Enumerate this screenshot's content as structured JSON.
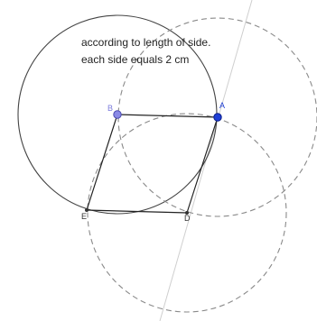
{
  "annotation": {
    "line1": "according to length of side.",
    "line2": "each side equals 2 cm"
  },
  "points": {
    "A": {
      "label": "A",
      "color": "#1f3fd6"
    },
    "B": {
      "label": "B",
      "color": "#7b7bdc"
    },
    "D": {
      "label": "D",
      "color": "#333333"
    },
    "E": {
      "label": "E",
      "color": "#333333"
    }
  },
  "colors": {
    "solid_circle": "#444444",
    "dashed_circle": "#8a8a8a",
    "construction_line": "#cfcfcf",
    "polygon": "#222222",
    "point_fill_A": "#1f3fd6",
    "point_fill_B": "#8a8ae6"
  }
}
